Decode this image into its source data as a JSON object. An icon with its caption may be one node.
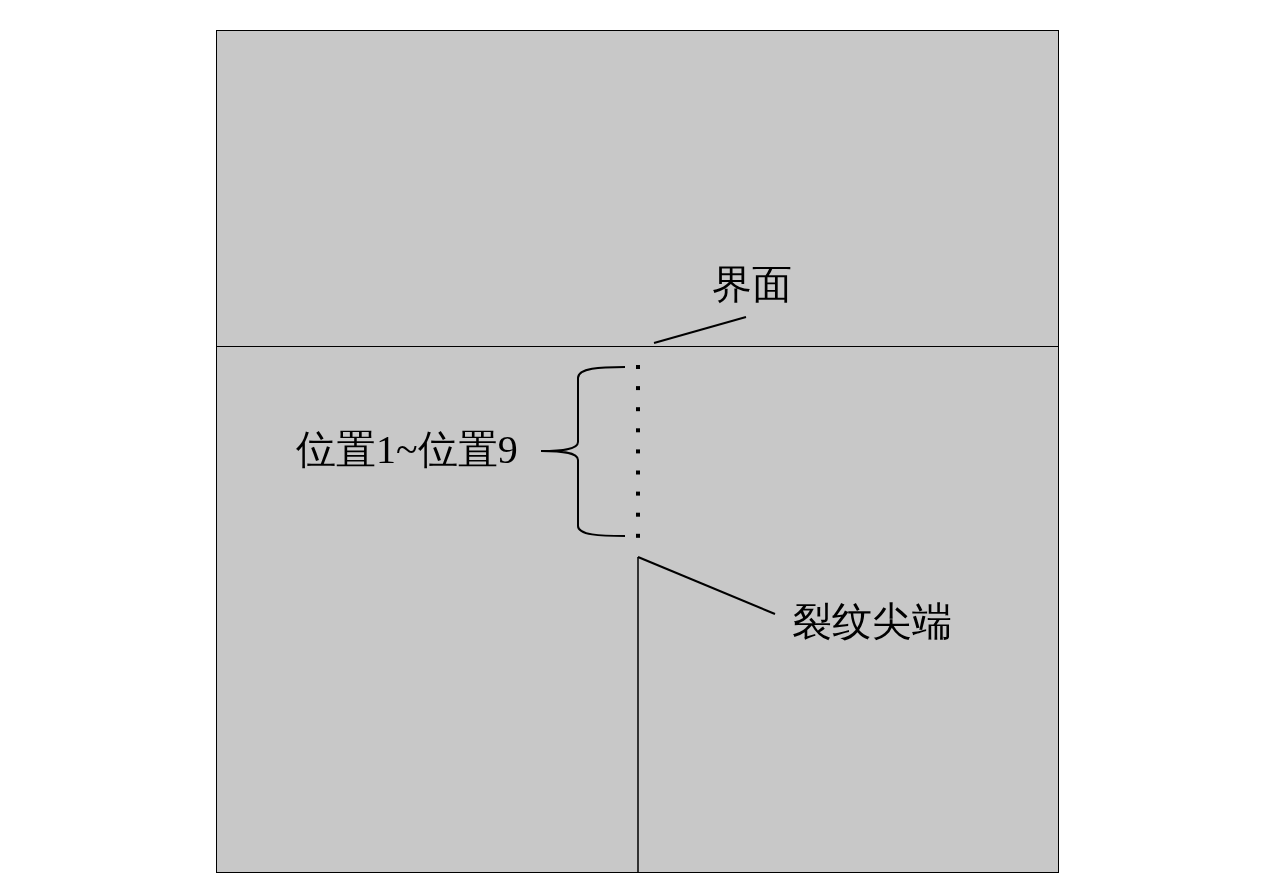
{
  "diagram": {
    "nodes": [
      {
        "text": [
          "界面"
        ]
      },
      {
        "text": [
          "裂纹尖端"
        ]
      }
    ],
    "edges": [
      {
        "from": 0,
        "to": null,
        "arrow": "none"
      },
      {
        "from": 1,
        "to": null,
        "arrow": "none"
      }
    ],
    "labels": [
      "位置1~位置9"
    ]
  }
}
